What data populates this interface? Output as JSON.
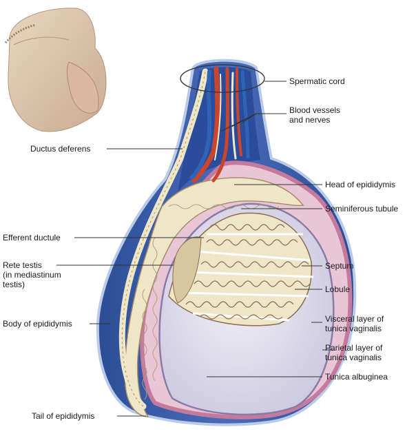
{
  "labels": {
    "spermatic_cord": "Spermatic cord",
    "blood_vessels": "Blood vessels\nand nerves",
    "ductus_deferens": "Ductus deferens",
    "head_epididymis": "Head of epididymis",
    "seminiferous_tubule": "Seminiferous tubule",
    "efferent_ductule": "Efferent ductule",
    "rete_testis": "Rete testis\n(in mediastinum\ntestis)",
    "septum": "Septum",
    "lobule": "Lobule",
    "body_epididymis": "Body of epididymis",
    "visceral_layer": "Visceral layer of\ntunica vaginalis",
    "parietal_layer": "Parietal layer of\ntunica vaginalis",
    "tunica_albuginea": "Tunica albuginea",
    "tail_epididymis": "Tail of epididymis"
  },
  "colors": {
    "outer_blue": "#3f5fa8",
    "vaginalis_pink": "#c47a9c",
    "epididymis_cream": "#efe6c8",
    "artery_red": "#c8452e",
    "vein_blue": "#2f63b8",
    "albuginea_lavender": "#d9d6e6",
    "leader_line": "#333333"
  }
}
